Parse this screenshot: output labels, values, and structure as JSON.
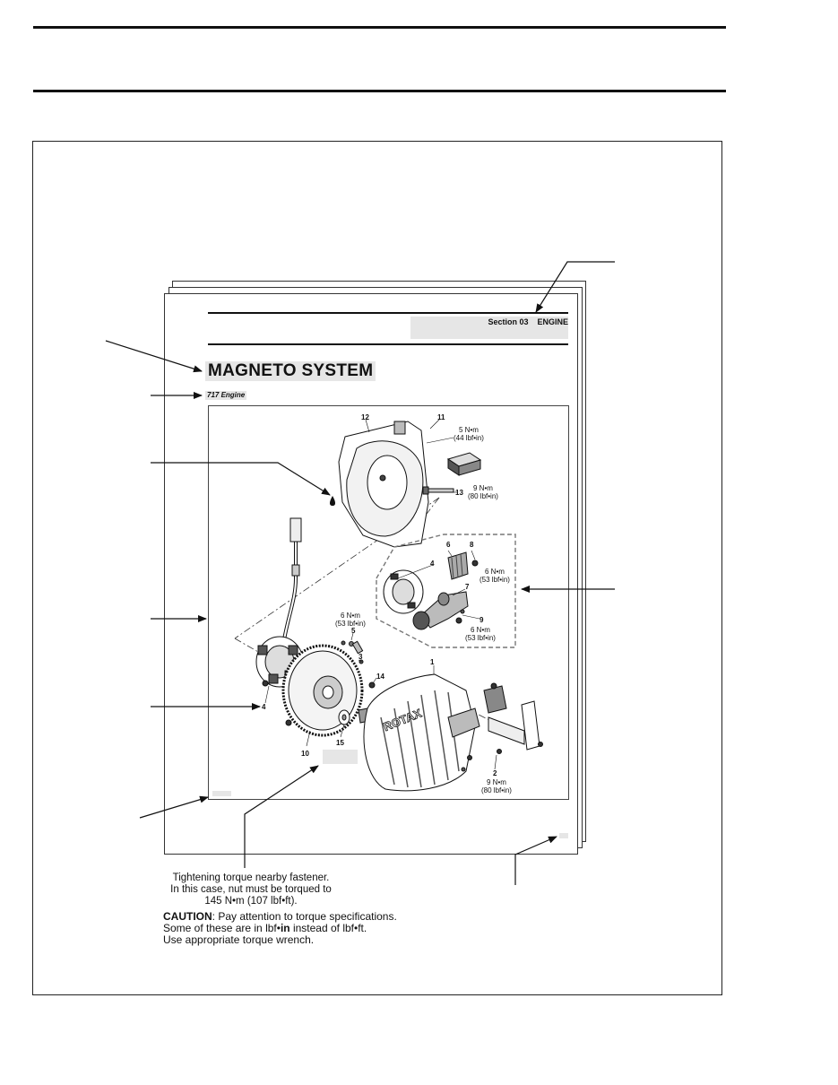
{
  "page": {
    "section_label": "Section 03",
    "section_name": "ENGINE",
    "title": "MAGNETO SYSTEM",
    "subtitle": "717 Engine"
  },
  "torques": {
    "t11": [
      "5 N•m",
      "(44 lbf•in)"
    ],
    "t13": [
      "9 N•m",
      "(80 lbf•in)"
    ],
    "t8": [
      "6 N•m",
      "(53 lbf•in)"
    ],
    "t9": [
      "6 N•m",
      "(53 lbf•in)"
    ],
    "t5": [
      "6 N•m",
      "(53 lbf•in)"
    ],
    "t2": [
      "9 N•m",
      "(80 lbf•in)"
    ]
  },
  "part_numbers": [
    "1",
    "2",
    "3",
    "4",
    "5",
    "6",
    "7",
    "8",
    "9",
    "10",
    "11",
    "12",
    "13",
    "14",
    "15"
  ],
  "notes": {
    "tightening": {
      "line1": "Tightening torque nearby fastener.",
      "line2": "In this case, nut must be torqued to",
      "line3": "145 N•m (107 lbf•ft)."
    },
    "caution": {
      "label": "CAUTION",
      "line1": ": Pay attention to torque specifications.",
      "line2_a": "Some of these are in lbf•",
      "line2_b": "in",
      "line2_c": " instead of lbf•ft.",
      "line3": "Use appropriate torque wrench."
    }
  }
}
